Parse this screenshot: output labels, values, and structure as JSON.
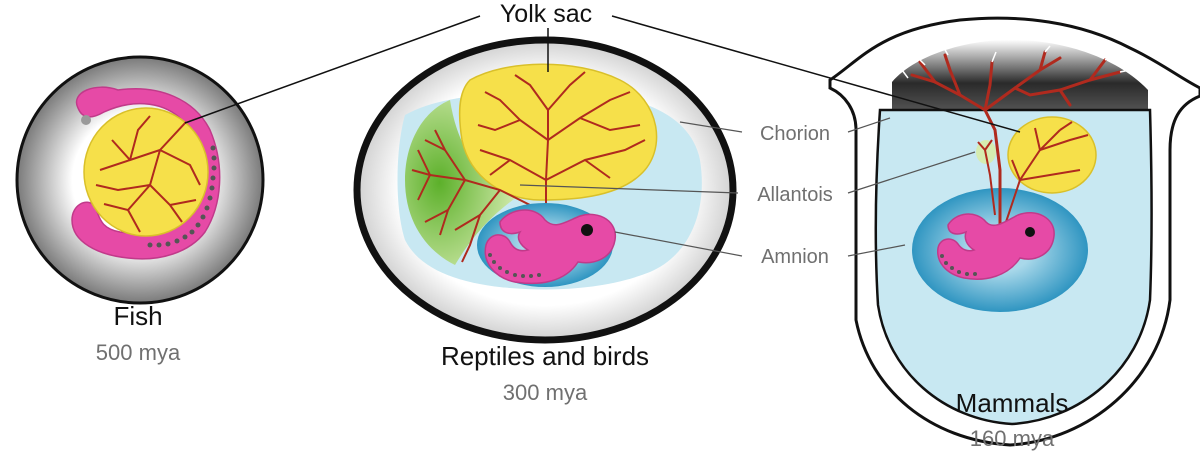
{
  "labels": {
    "yolk_sac": "Yolk sac",
    "chorion": "Chorion",
    "allantois": "Allantois",
    "amnion": "Amnion"
  },
  "groups": [
    {
      "name": "Fish",
      "era": "500 mya"
    },
    {
      "name": "Reptiles and birds",
      "era": "300 mya"
    },
    {
      "name": "Mammals",
      "era": "160 mya"
    }
  ],
  "colors": {
    "yolk": "#f6e04a",
    "embryo": "#e64aa6",
    "amnion": "#3aa6cc",
    "chorion_fluid": "#c8e8f2",
    "allantois": "#6fbf3a",
    "vessels": "#b02a1e",
    "outline": "#111111"
  }
}
